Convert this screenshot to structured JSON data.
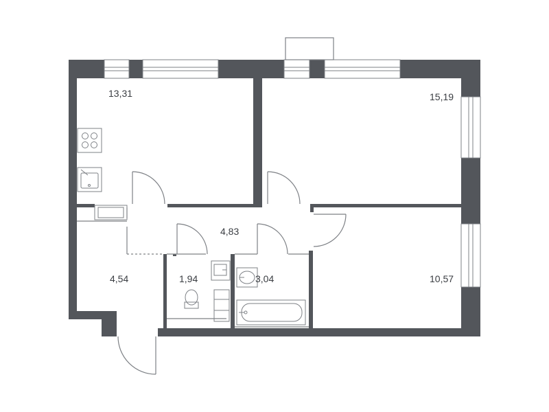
{
  "colors": {
    "wall": "#53565b",
    "line": "#7d8085",
    "background": "#ffffff",
    "text": "#3a3d42"
  },
  "rooms": [
    {
      "id": "kitchen",
      "area": "13,31"
    },
    {
      "id": "bedroom-large",
      "area": "15,19"
    },
    {
      "id": "hallway",
      "area": "4,83"
    },
    {
      "id": "entrance",
      "area": "4,54"
    },
    {
      "id": "toilet",
      "area": "1,94"
    },
    {
      "id": "bathroom",
      "area": "3,04"
    },
    {
      "id": "bedroom-small",
      "area": "10,57"
    }
  ],
  "fixtures": [
    "stove-icon",
    "kitchen-sink-icon",
    "washbasin-icon",
    "toilet-icon",
    "bathtub-icon",
    "washing-machine-icon"
  ]
}
